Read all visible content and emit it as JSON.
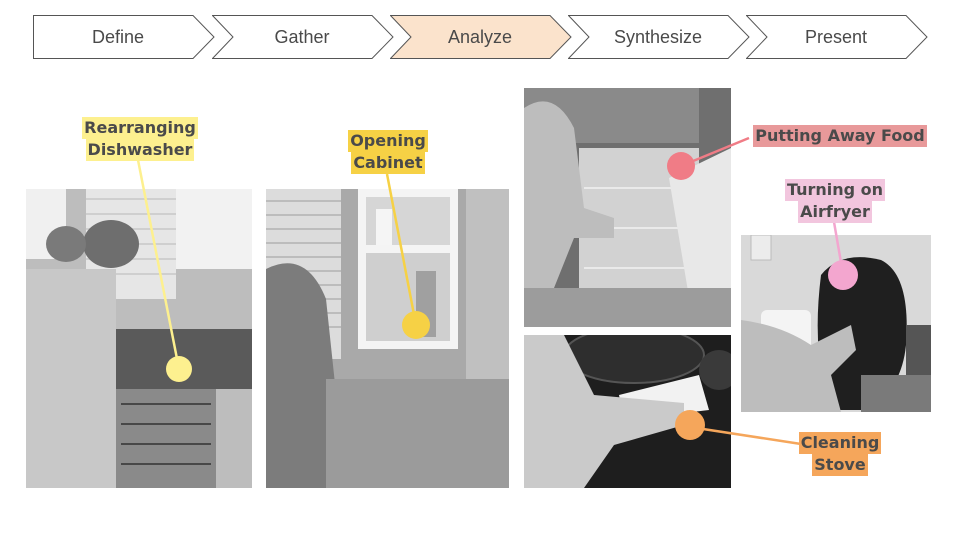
{
  "process_steps": [
    {
      "label": "Define",
      "active": false
    },
    {
      "label": "Gather",
      "active": false
    },
    {
      "label": "Analyze",
      "active": true
    },
    {
      "label": "Synthesize",
      "active": false
    },
    {
      "label": "Present",
      "active": false
    }
  ],
  "colors": {
    "active_step_fill": "#fbe3cc",
    "step_border": "#555555",
    "label_text": "#4a4a4a",
    "dishwasher": "#fdf08f",
    "cabinet": "#f6d145",
    "food": "#f07c86",
    "food_label": "#e8999a",
    "airfryer": "#f3a6cf",
    "airfryer_label": "#f2c6de",
    "stove": "#f5a65b"
  },
  "annotations": [
    {
      "id": "dishwasher",
      "lines": [
        "Rearranging",
        "Dishwasher"
      ],
      "photo": "Two women loading a dishwasher"
    },
    {
      "id": "cabinet",
      "lines": [
        "Opening",
        "Cabinet"
      ],
      "photo": "Woman opening a kitchen cabinet"
    },
    {
      "id": "food",
      "lines": [
        "Putting Away Food"
      ],
      "photo": "Woman putting food in the refrigerator"
    },
    {
      "id": "airfryer",
      "lines": [
        "Turning on",
        "Airfryer"
      ],
      "photo": "Hand pressing airfryer button"
    },
    {
      "id": "stove",
      "lines": [
        "Cleaning",
        "Stove"
      ],
      "photo": "Hand wiping stovetop with paper towel"
    }
  ]
}
